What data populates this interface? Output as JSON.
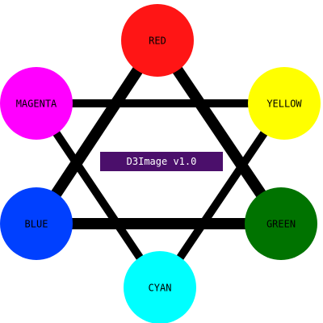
{
  "title": "D3Image v1.0",
  "title_box_color": "#4b0f6b",
  "nodes": [
    {
      "id": "red",
      "label": "RED",
      "color": "#ff1515"
    },
    {
      "id": "yellow",
      "label": "YELLOW",
      "color": "#ffff00"
    },
    {
      "id": "green",
      "label": "GREEN",
      "color": "#007300"
    },
    {
      "id": "cyan",
      "label": "CYAN",
      "color": "#00ffff"
    },
    {
      "id": "blue",
      "label": "BLUE",
      "color": "#0040ff"
    },
    {
      "id": "magenta",
      "label": "MAGENTA",
      "color": "#ff00ff"
    }
  ],
  "edges": [
    {
      "from": "red",
      "to": "green",
      "weight": "thick"
    },
    {
      "from": "green",
      "to": "blue",
      "weight": "thick"
    },
    {
      "from": "blue",
      "to": "red",
      "weight": "thick"
    },
    {
      "from": "magenta",
      "to": "yellow",
      "weight": "medium"
    },
    {
      "from": "yellow",
      "to": "cyan",
      "weight": "medium"
    },
    {
      "from": "cyan",
      "to": "magenta",
      "weight": "medium"
    }
  ]
}
